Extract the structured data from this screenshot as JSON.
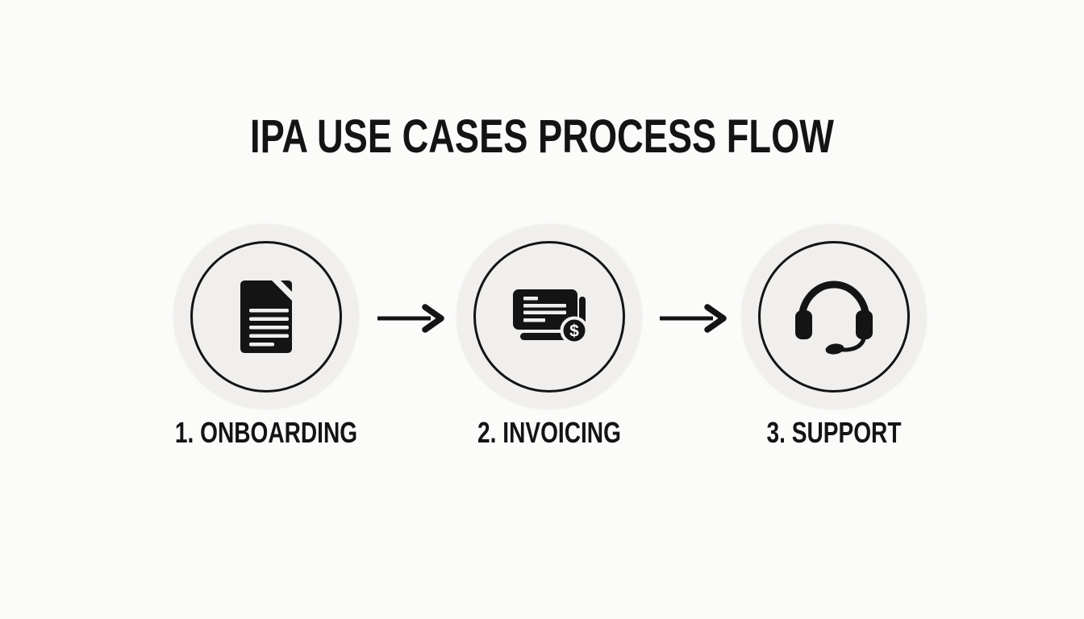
{
  "title": "IPA USE CASES PROCESS FLOW",
  "colors": {
    "background": "#fbfbfa",
    "circle_fill": "#f0efed",
    "ink": "#141414"
  },
  "steps": [
    {
      "label": "1. ONBOARDING",
      "icon": "document-icon"
    },
    {
      "label": "2. INVOICING",
      "icon": "invoice-icon"
    },
    {
      "label": "3. SUPPORT",
      "icon": "headset-icon"
    }
  ],
  "connectors": [
    {
      "icon": "arrow-right-icon",
      "from": "1. ONBOARDING",
      "to": "2. INVOICING"
    },
    {
      "icon": "arrow-right-icon",
      "from": "2. INVOICING",
      "to": "3. SUPPORT"
    }
  ],
  "invoice_coin_symbol": "$"
}
